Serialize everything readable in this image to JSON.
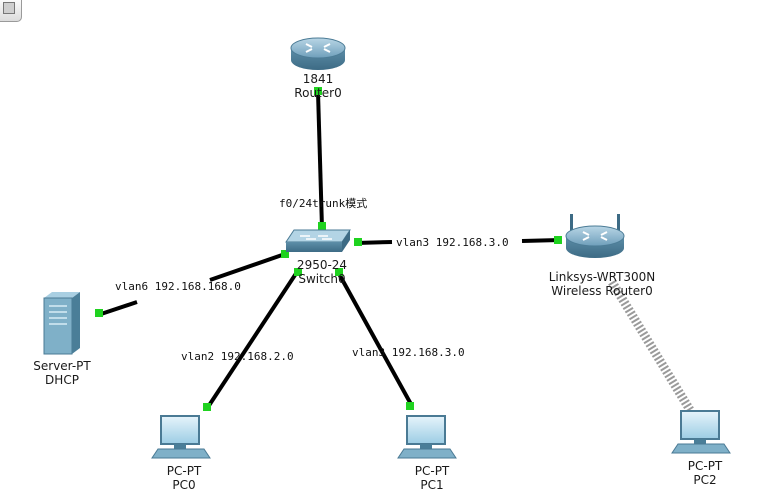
{
  "devices": {
    "router0": {
      "model": "1841",
      "name": "Router0",
      "icon": "router-icon"
    },
    "switch0": {
      "model": "2950-24",
      "name": "Switch0",
      "icon": "switch-icon"
    },
    "wireless": {
      "model": "Linksys-WRT300N",
      "name": "Wireless Router0",
      "icon": "wireless-router-icon"
    },
    "server": {
      "model": "Server-PT",
      "name": "DHCP",
      "icon": "server-icon"
    },
    "pc0": {
      "model": "PC-PT",
      "name": "PC0",
      "icon": "pc-icon"
    },
    "pc1": {
      "model": "PC-PT",
      "name": "PC1",
      "icon": "pc-icon"
    },
    "pc2": {
      "model": "PC-PT",
      "name": "PC2",
      "icon": "pc-icon"
    }
  },
  "links": {
    "trunk": "f0/24trunk模式",
    "to_wireless": "vlan3 192.168.3.0",
    "to_server": "vlan6 192.168.168.0",
    "to_pc0": "vlan2 192.168.2.0",
    "to_pc1": "vlan3 192.168.3.0"
  },
  "colors": {
    "link": "#000000",
    "port_up": "#1fd21f",
    "wireless_link": "#9a9a9a",
    "device_blue": "#5f93ad"
  }
}
